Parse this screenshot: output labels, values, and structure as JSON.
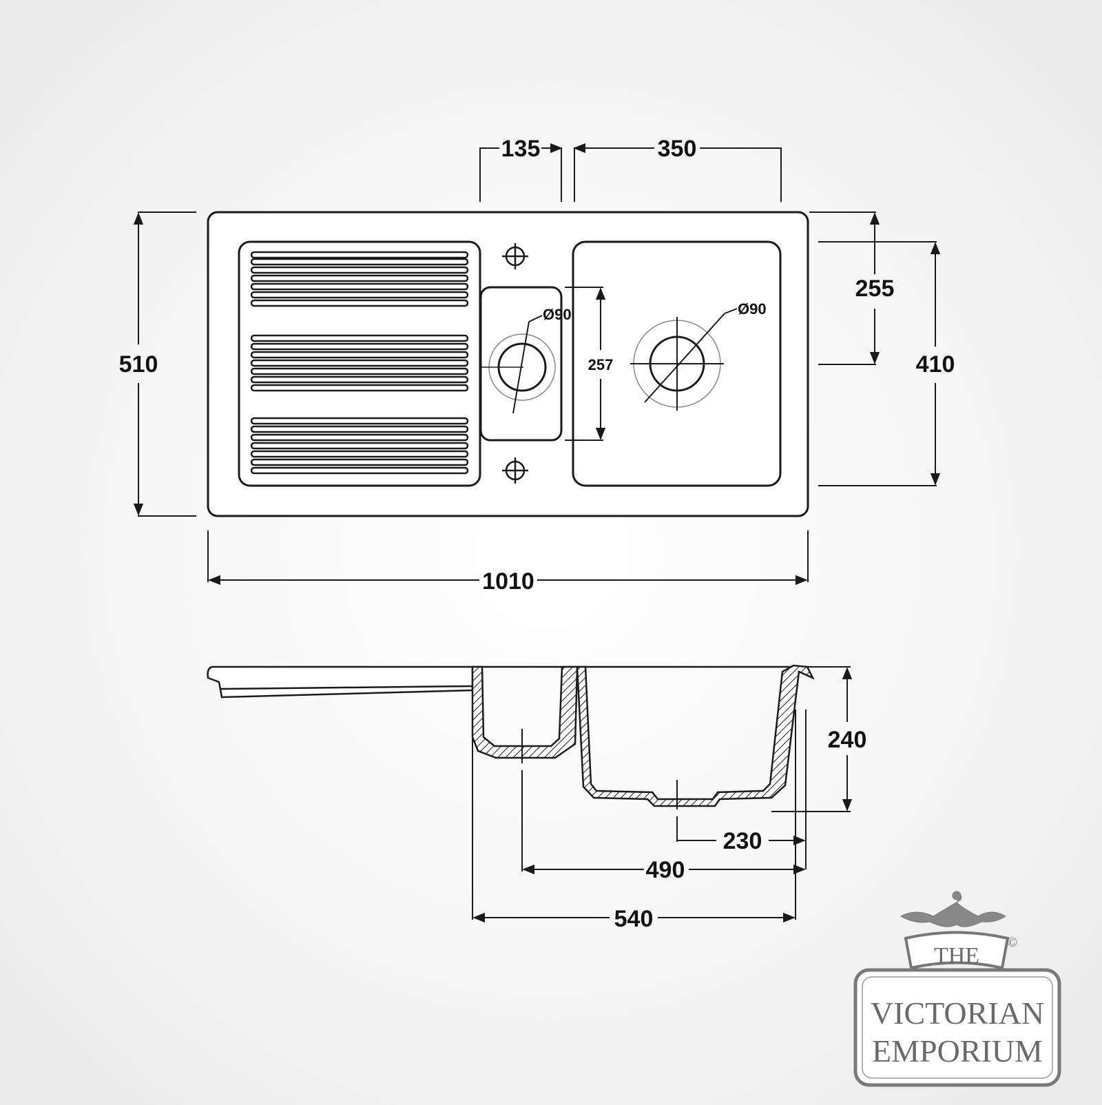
{
  "top_view": {
    "dim_tap_offset": "135",
    "dim_bowl_offset": "350",
    "dim_overall_depth": "510",
    "dim_drain_depth": "255",
    "dim_bowl_depth": "410",
    "dim_small_bowl_depth": "257",
    "dim_waste_small": "Ø90",
    "dim_waste_main": "Ø90",
    "dim_overall_width": "1010"
  },
  "side_view": {
    "dim_bowl_height": "240",
    "dim_waste_offset": "230",
    "dim_bowl_span": "490",
    "dim_overall_bowl_span": "540"
  },
  "logo": {
    "line1": "THE",
    "line2": "VICTORIAN",
    "line3": "EMPORIUM",
    "copyright": "©"
  },
  "colors": {
    "line": "#1a1a1a",
    "logo": "#777777",
    "background": "#f4f4f4"
  }
}
